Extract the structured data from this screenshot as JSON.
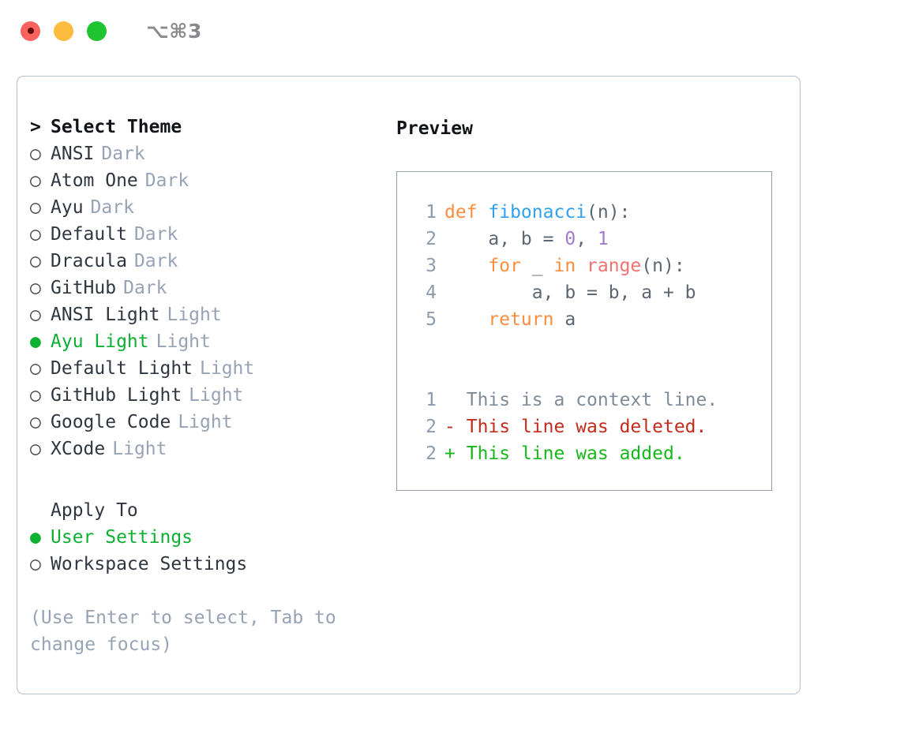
{
  "titlebar": {
    "shortcut": "⌥⌘3",
    "buttons": [
      {
        "name": "close",
        "color": "#fc625d"
      },
      {
        "name": "minimize",
        "color": "#fdbc40"
      },
      {
        "name": "maximize",
        "color": "#1fc431"
      }
    ]
  },
  "theme_picker": {
    "header_marker": ">",
    "header_label": "Select Theme",
    "radio_unselected": "○",
    "radio_selected": "●",
    "items": [
      {
        "label": "ANSI",
        "tag": "Dark",
        "selected": false
      },
      {
        "label": "Atom One",
        "tag": "Dark",
        "selected": false
      },
      {
        "label": "Ayu",
        "tag": "Dark",
        "selected": false
      },
      {
        "label": "Default",
        "tag": "Dark",
        "selected": false
      },
      {
        "label": "Dracula",
        "tag": "Dark",
        "selected": false
      },
      {
        "label": "GitHub",
        "tag": "Dark",
        "selected": false
      },
      {
        "label": "ANSI Light",
        "tag": "Light",
        "selected": false
      },
      {
        "label": "Ayu Light",
        "tag": "Light",
        "selected": true
      },
      {
        "label": "Default Light",
        "tag": "Light",
        "selected": false
      },
      {
        "label": "GitHub Light",
        "tag": "Light",
        "selected": false
      },
      {
        "label": "Google Code",
        "tag": "Light",
        "selected": false
      },
      {
        "label": "XCode",
        "tag": "Light",
        "selected": false
      }
    ]
  },
  "apply_to": {
    "header_label": "Apply To",
    "items": [
      {
        "label": "User Settings",
        "selected": true
      },
      {
        "label": "Workspace Settings",
        "selected": false
      }
    ]
  },
  "hint": "(Use Enter to select, Tab to change focus)",
  "preview": {
    "title": "Preview",
    "code_lines": [
      {
        "lineno": "1",
        "tokens": [
          {
            "text": "def ",
            "type": "key"
          },
          {
            "text": "fibonacci",
            "type": "fn"
          },
          {
            "text": "(n):",
            "type": "punc"
          }
        ]
      },
      {
        "lineno": "2",
        "tokens": [
          {
            "text": "    a, b = ",
            "type": "plain"
          },
          {
            "text": "0",
            "type": "num"
          },
          {
            "text": ", ",
            "type": "punc"
          },
          {
            "text": "1",
            "type": "num"
          }
        ]
      },
      {
        "lineno": "3",
        "tokens": [
          {
            "text": "    for",
            "type": "key"
          },
          {
            "text": " _ ",
            "type": "plain"
          },
          {
            "text": "in",
            "type": "key"
          },
          {
            "text": " ",
            "type": "plain"
          },
          {
            "text": "range",
            "type": "call"
          },
          {
            "text": "(n):",
            "type": "punc"
          }
        ]
      },
      {
        "lineno": "4",
        "tokens": [
          {
            "text": "        a, b = b, a + b",
            "type": "plain"
          }
        ]
      },
      {
        "lineno": "5",
        "tokens": [
          {
            "text": "    return",
            "type": "key"
          },
          {
            "text": " a",
            "type": "plain"
          }
        ]
      }
    ],
    "diff_lines": [
      {
        "lineno": "1",
        "sign": " ",
        "text": "This is a context line.",
        "type": "ctx"
      },
      {
        "lineno": "2",
        "sign": "-",
        "text": "This line was deleted.",
        "type": "del"
      },
      {
        "lineno": "2",
        "sign": "+",
        "text": "This line was added.",
        "type": "add"
      }
    ]
  },
  "colors": {
    "accent_green": "#0db032",
    "muted": "#97a3b4",
    "keyword": "#fa8d3e",
    "function": "#30a1f2",
    "number": "#a37acc",
    "call": "#f07171",
    "diff_delete": "#c42b1c",
    "diff_add": "#16b81c",
    "border": "#b5bec9"
  }
}
